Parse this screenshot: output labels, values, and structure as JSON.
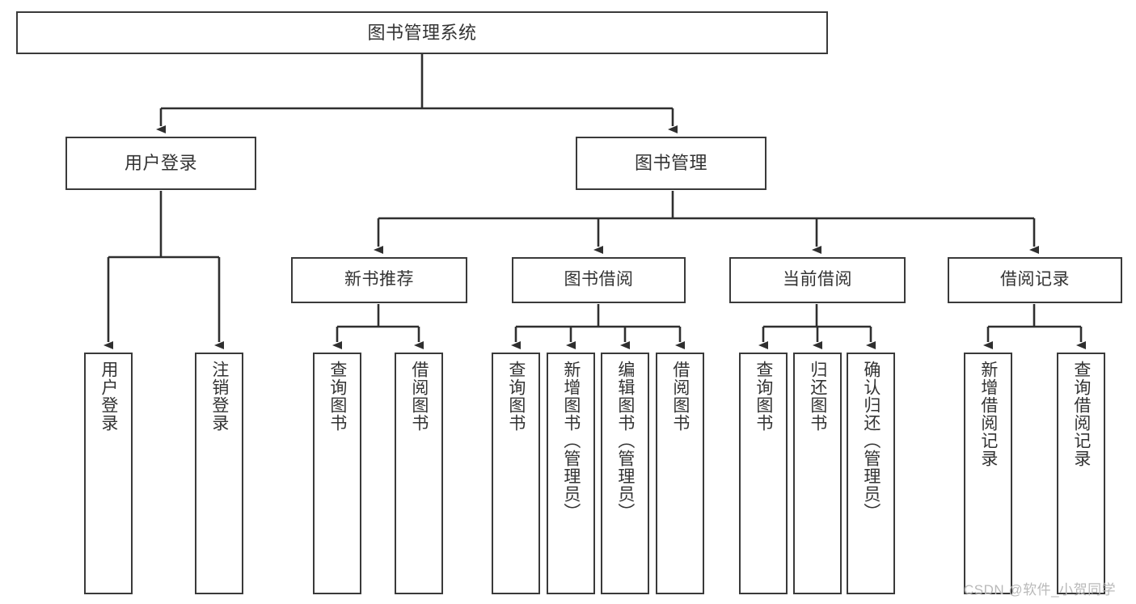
{
  "diagram": {
    "type": "hierarchy-tree",
    "title": "图书管理系统",
    "watermark": "CSDN @软件_小贺同学",
    "colors": {
      "box_border": "#3a3a3a",
      "box_fill": "#ffffff",
      "text": "#333333",
      "edge": "#2f2f2f",
      "watermark": "#b9b9b9"
    },
    "nodes": {
      "root": {
        "label": "图书管理系统"
      },
      "level1": [
        {
          "label": "用户登录"
        },
        {
          "label": "图书管理"
        }
      ],
      "level2": [
        {
          "label": "新书推荐"
        },
        {
          "label": "图书借阅"
        },
        {
          "label": "当前借阅"
        },
        {
          "label": "借阅记录"
        }
      ],
      "leaves": {
        "user_login": [
          {
            "label": "用户登录"
          },
          {
            "label": "注销登录"
          }
        ],
        "new_book_recommend": [
          {
            "label": "查询图书"
          },
          {
            "label": "借阅图书"
          }
        ],
        "book_borrow": [
          {
            "label": "查询图书"
          },
          {
            "label": "新增图书（管理员）"
          },
          {
            "label": "编辑图书（管理员）"
          },
          {
            "label": "借阅图书"
          }
        ],
        "current_borrow": [
          {
            "label": "查询图书"
          },
          {
            "label": "归还图书"
          },
          {
            "label": "确认归还（管理员）"
          }
        ],
        "borrow_record": [
          {
            "label": "新增借阅记录"
          },
          {
            "label": "查询借阅记录"
          }
        ]
      }
    }
  }
}
